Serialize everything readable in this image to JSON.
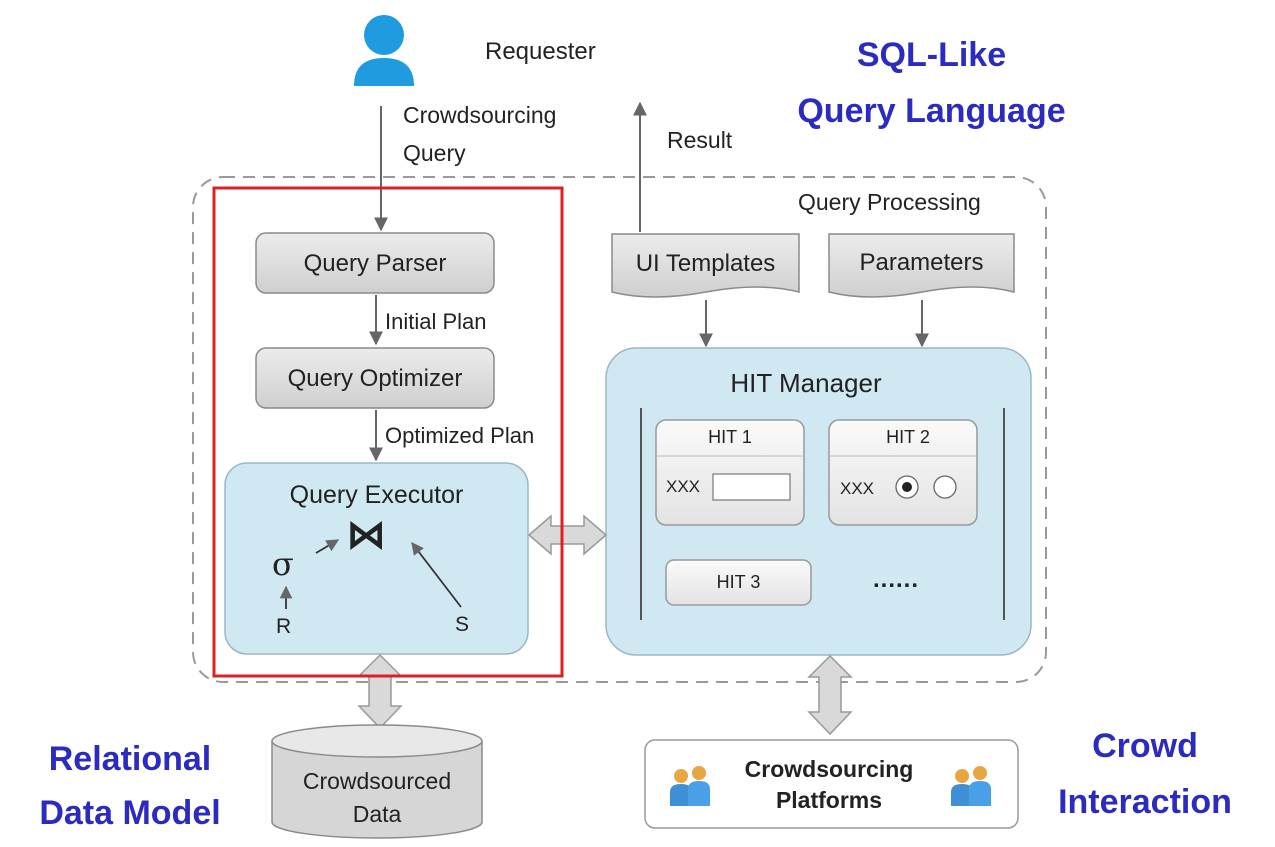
{
  "requester": {
    "label": "Requester"
  },
  "flow": {
    "query_line1": "Crowdsourcing",
    "query_line2": "Query",
    "result": "Result",
    "initial_plan": "Initial Plan",
    "optimized_plan": "Optimized Plan"
  },
  "region": {
    "query_processing": "Query Processing"
  },
  "components": {
    "query_parser": "Query Parser",
    "query_optimizer": "Query Optimizer",
    "query_executor": "Query Executor",
    "ui_templates": "UI Templates",
    "parameters": "Parameters",
    "hit_manager": "HIT Manager",
    "crowdsourced_data_line1": "Crowdsourced",
    "crowdsourced_data_line2": "Data",
    "platforms_line1": "Crowdsourcing",
    "platforms_line2": "Platforms"
  },
  "executor": {
    "sigma": "σ",
    "join": "⋈",
    "r": "R",
    "s": "S"
  },
  "hits": {
    "hit1": {
      "title": "HIT 1",
      "field_label": "XXX"
    },
    "hit2": {
      "title": "HIT 2",
      "field_label": "XXX"
    },
    "hit3": {
      "title": "HIT 3"
    },
    "more": "......"
  },
  "headings": {
    "sql_line1": "SQL-Like",
    "sql_line2": "Query Language",
    "relational_line1": "Relational",
    "relational_line2": "Data Model",
    "crowd_line1": "Crowd",
    "crowd_line2": "Interaction"
  },
  "colors": {
    "heading_blue": "#2b2bbf",
    "highlight_red": "#e02020",
    "light_blue_fill": "#cfe8f1",
    "gray_fill": "#d9d9d9",
    "user_icon_blue": "#1f9be0"
  },
  "icons": [
    "user-icon",
    "people-icon"
  ]
}
